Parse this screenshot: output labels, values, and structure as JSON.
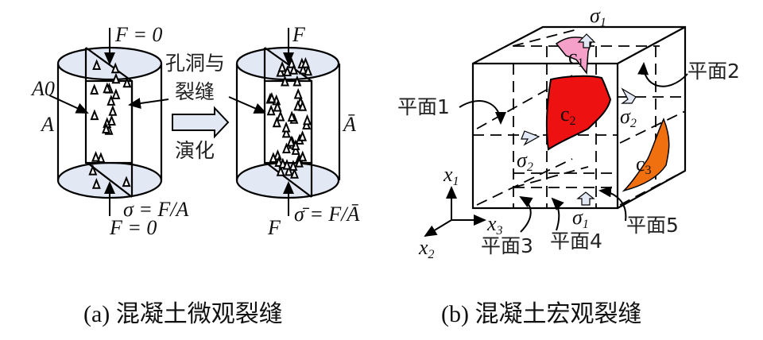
{
  "panel_a": {
    "caption": "(a) 混凝土微观裂缝",
    "top_force": "F = 0",
    "bottom_force": "F = 0",
    "stress": "σ = F/A",
    "area_initial": "A0",
    "area": "A",
    "evolution_label_1": "孔洞与",
    "evolution_label_2": "裂缝",
    "evolution_label_3": "演化",
    "top_force_after": "F",
    "bottom_force_after": "F",
    "stress_after": "σ̄ = F/Ā",
    "area_after": "Ā",
    "fill_color": "#e3e8f5"
  },
  "panel_b": {
    "caption": "(b) 混凝土宏观裂缝",
    "plane_1": "平面1",
    "plane_2": "平面2",
    "plane_3": "平面3",
    "plane_4": "平面4",
    "plane_5": "平面5",
    "sigma_1_top": "σ1",
    "sigma_1_bottom": "σ1",
    "sigma_2_left": "σ2",
    "sigma_2_right": "σ2",
    "crack_1": "c1",
    "crack_2": "c2",
    "crack_3": "c3",
    "axis_x1": "x1",
    "axis_x2": "x2",
    "axis_x3": "x3",
    "crack_colors": {
      "c1": "#f4a0c8",
      "c2": "#ee1111",
      "c3": "#f07010"
    }
  }
}
